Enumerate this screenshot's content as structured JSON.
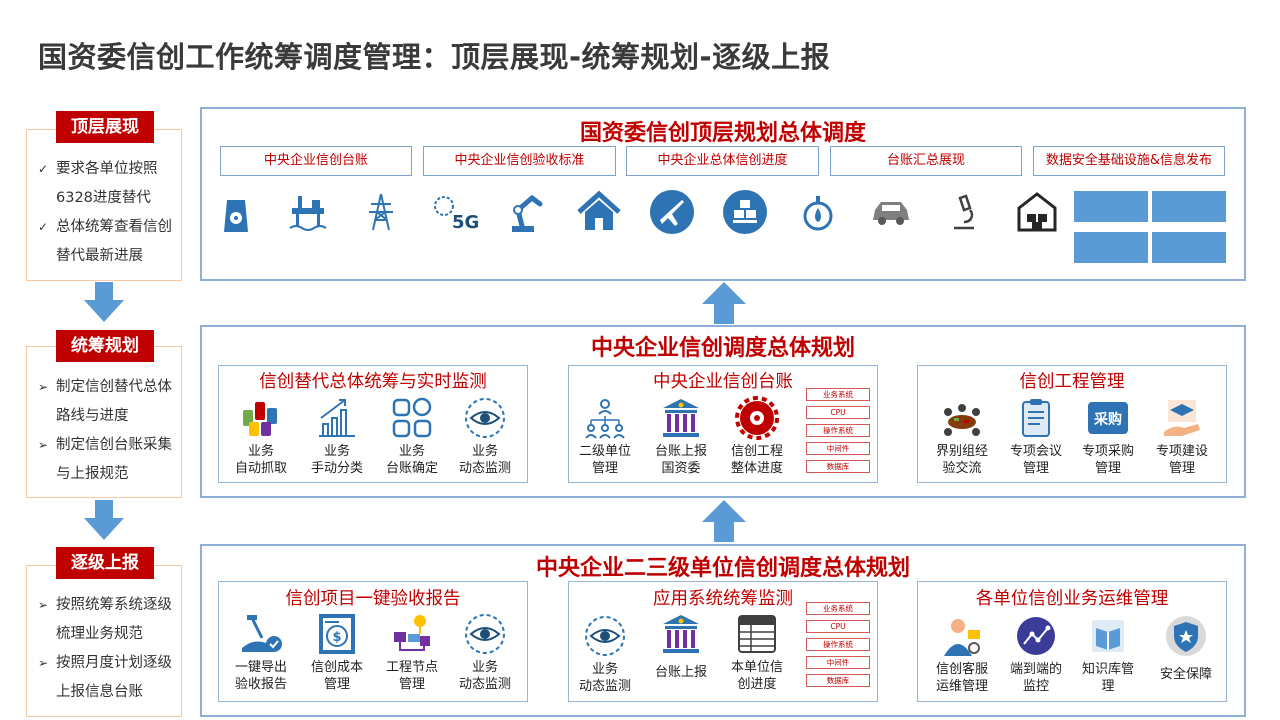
{
  "page": {
    "title": "国资委信创工作统筹调度管理：顶层展现-统筹规划-逐级上报"
  },
  "left": [
    {
      "head": "顶层展现",
      "items": [
        {
          "mark": "✓",
          "text": "要求各单位按照6328进度替代"
        },
        {
          "mark": "✓",
          "text": "总体统筹查看信创替代最新进展"
        }
      ]
    },
    {
      "head": "统筹规划",
      "items": [
        {
          "mark": "➢",
          "text": "制定信创替代总体路线与进度"
        },
        {
          "mark": "➢",
          "text": "制定信创台账采集与上报规范"
        }
      ]
    },
    {
      "head": "逐级上报",
      "items": [
        {
          "mark": "➢",
          "text": "按照统筹系统逐级梳理业务规范"
        },
        {
          "mark": "➢",
          "text": "按照月度计划逐级上报信息台账"
        }
      ]
    }
  ],
  "top": {
    "title": "国资委信创顶层规划总体调度",
    "tabs": [
      "中央企业信创台账",
      "中央企业信创验收标准",
      "中央企业总体信创进度",
      "台账汇总展现",
      "数据安全基础设施&信息发布"
    ],
    "icons": [
      "nuclear-plant-icon",
      "oil-platform-icon",
      "power-tower-icon",
      "globe-5g-icon",
      "robot-arm-icon",
      "house-icon",
      "airplane-icon",
      "gold-bars-icon",
      "flame-bulb-icon",
      "car-icon",
      "microscope-icon",
      "warehouse-icon"
    ]
  },
  "middle": {
    "title": "中央企业信创调度总体规划",
    "subs": [
      {
        "title": "信创替代总体统筹与实时监测",
        "items": [
          {
            "line1": "业务",
            "line2": "自动抓取"
          },
          {
            "line1": "业务",
            "line2": "手动分类"
          },
          {
            "line1": "业务",
            "line2": "台账确定"
          },
          {
            "line1": "业务",
            "line2": "动态监测"
          }
        ]
      },
      {
        "title": "中央企业信创台账",
        "items": [
          {
            "line1": "二级单位",
            "line2": "管理"
          },
          {
            "line1": "台账上报",
            "line2": "国资委"
          },
          {
            "line1": "信创工程",
            "line2": "整体进度"
          }
        ],
        "tags": [
          "业务系统",
          "CPU",
          "操作系统",
          "中间件",
          "数据库"
        ]
      },
      {
        "title": "信创工程管理",
        "items": [
          {
            "line1": "界别组经",
            "line2": "验交流"
          },
          {
            "line1": "专项会议",
            "line2": "管理"
          },
          {
            "line1": "专项采购",
            "line2": "管理"
          },
          {
            "line1": "专项建设",
            "line2": "管理"
          }
        ],
        "procure_label": "采购"
      }
    ]
  },
  "bottom": {
    "title": "中央企业二三级单位信创调度总体规划",
    "subs": [
      {
        "title": "信创项目一键验收报告",
        "items": [
          {
            "line1": "一键导出",
            "line2": "验收报告"
          },
          {
            "line1": "信创成本",
            "line2": "管理"
          },
          {
            "line1": "工程节点",
            "line2": "管理"
          },
          {
            "line1": "业务",
            "line2": "动态监测"
          }
        ]
      },
      {
        "title": "应用系统统筹监测",
        "items": [
          {
            "line1": "业务",
            "line2": "动态监测"
          },
          {
            "line1": "台账上报",
            "line2": ""
          },
          {
            "line1": "本单位信",
            "line2": "创进度"
          }
        ],
        "tags": [
          "业务系统",
          "CPU",
          "操作系统",
          "中间件",
          "数据库"
        ]
      },
      {
        "title": "各单位信创业务运维管理",
        "items": [
          {
            "line1": "信创客服",
            "line2": "运维管理"
          },
          {
            "line1": "端到端的",
            "line2": "监控"
          },
          {
            "line1": "知识库管",
            "line2": "理"
          },
          {
            "line1": "安全保障",
            "line2": ""
          }
        ]
      }
    ]
  },
  "colors": {
    "accent_red": "#c00000",
    "panel_border": "#8fb0d6",
    "icon_blue": "#2e74b5",
    "arrow_blue": "#5b9bd5"
  }
}
